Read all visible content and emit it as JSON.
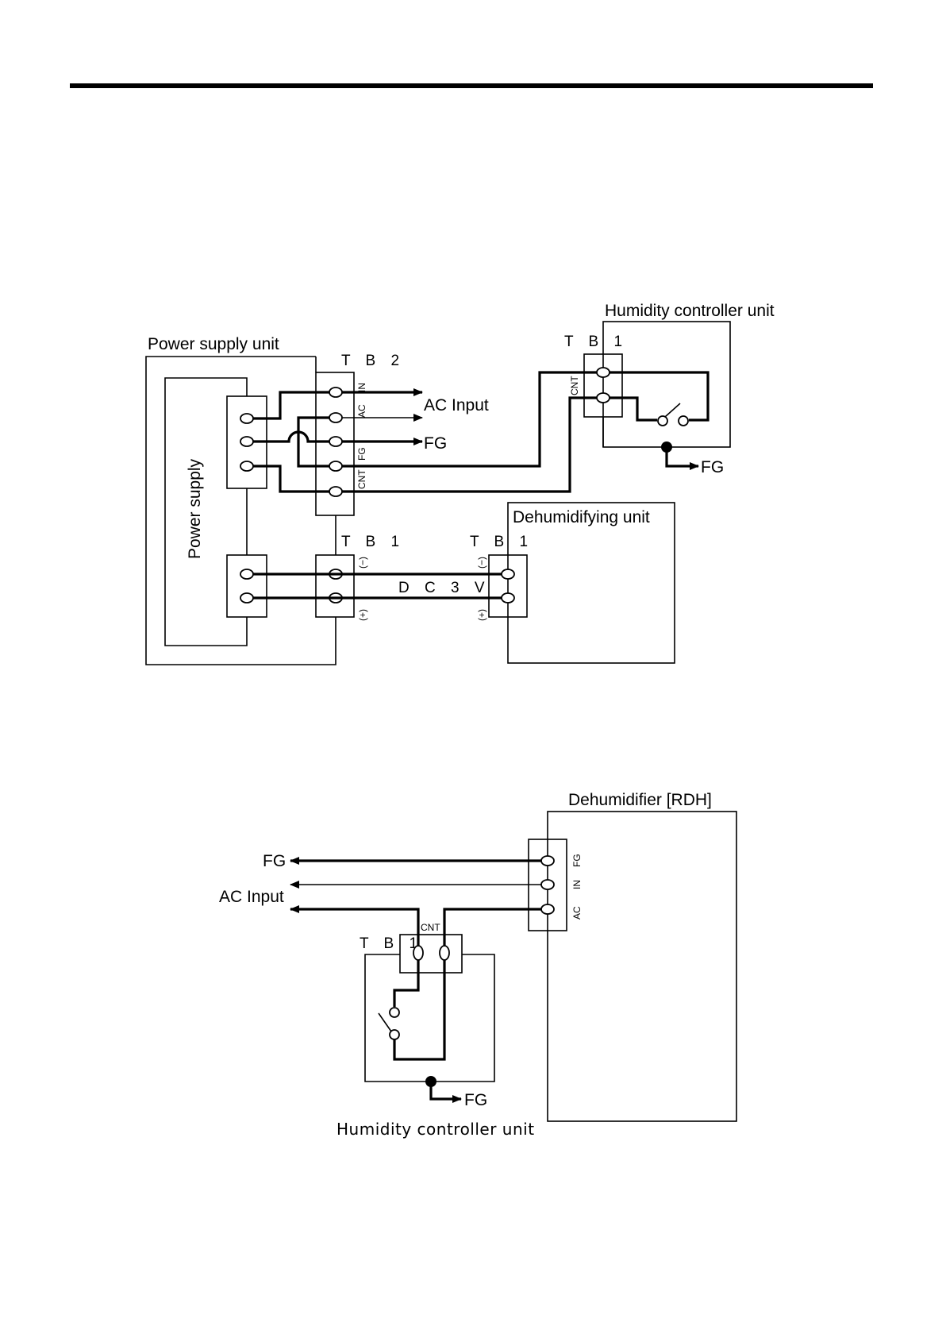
{
  "diagram1": {
    "power_supply_unit": "Power supply  unit",
    "power_supply": "Power supply",
    "tb2": "T B 2",
    "tb1_psu": "T B 1",
    "tb1_dehum": "T B 1",
    "tb1_hum": "T B 1",
    "humidity_controller_unit": "Humidity controller  unit",
    "dehumidifying_unit": "Dehumidifying  unit",
    "ac_input": "AC Input",
    "fg": "FG",
    "fg_ground": "FG",
    "dc3v": "D C 3 V",
    "term_in": "IN",
    "term_ac": "AC",
    "term_fg": "FG",
    "term_cnt": "CNT",
    "hum_cnt": "CNT",
    "minus": "(−)",
    "plus": "(+)",
    "minus_r": "(−)",
    "plus_r": "(+)"
  },
  "diagram2": {
    "dehumidifier": "Dehumidifier [RDH]",
    "fg": "FG",
    "ac_input": "AC Input",
    "term_fg": "FG",
    "term_in": "IN",
    "term_ac": "AC",
    "cnt": "CNT",
    "tb1": "T B 1",
    "fg_ground": "FG",
    "humidity_controller_unit": "Humidity controller unit"
  }
}
